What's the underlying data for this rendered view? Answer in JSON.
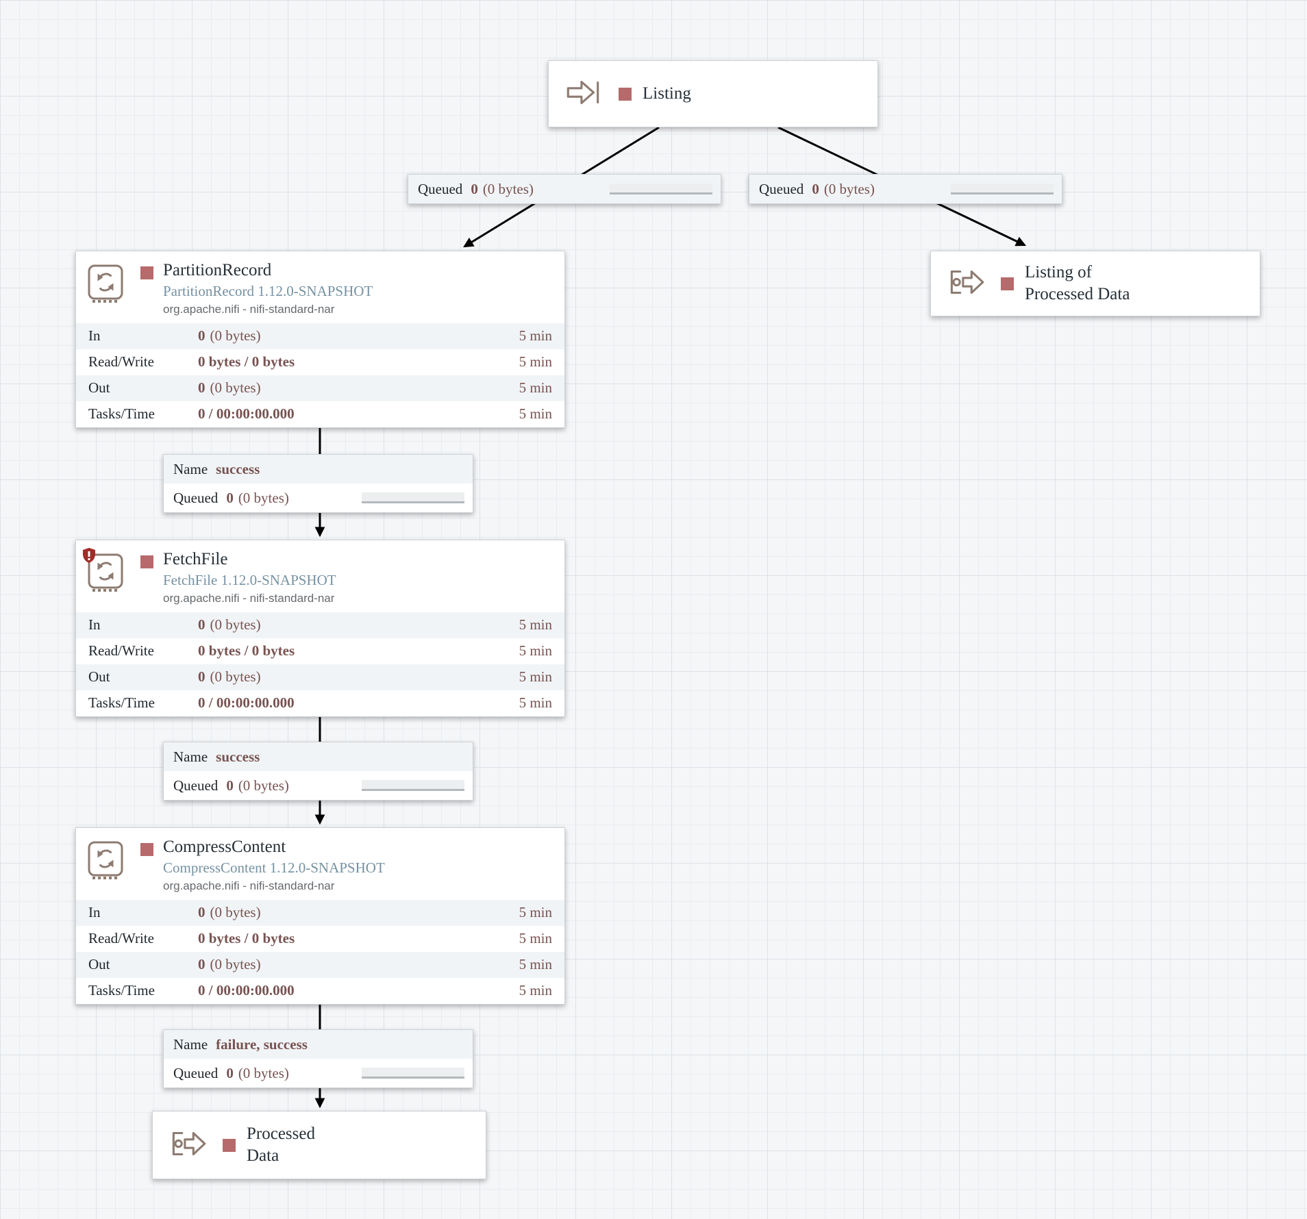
{
  "colors": {
    "status_stopped": "#b66a6b",
    "icon": "#8d7b71",
    "type_text": "#7591a1",
    "stat_value": "#775351"
  },
  "icons": {
    "input_port": "arrow-into-bar",
    "output_port": "circle-bracket-arrow-out",
    "processor": "circular-arrows-chip",
    "restricted": "red-shield"
  },
  "ports": {
    "listing": {
      "label": "Listing"
    },
    "listing_processed": {
      "label": "Listing of Processed Data"
    },
    "processed": {
      "label": "Processed Data"
    }
  },
  "queue_labels": [
    {
      "label": "Queued",
      "count": "0",
      "bytes": "(0 bytes)"
    },
    {
      "label": "Queued",
      "count": "0",
      "bytes": "(0 bytes)"
    }
  ],
  "connections": [
    {
      "name_label": "Name",
      "name_value": "success",
      "queued_label": "Queued",
      "count": "0",
      "bytes": "(0 bytes)"
    },
    {
      "name_label": "Name",
      "name_value": "success",
      "queued_label": "Queued",
      "count": "0",
      "bytes": "(0 bytes)"
    },
    {
      "name_label": "Name",
      "name_value": "failure, success",
      "queued_label": "Queued",
      "count": "0",
      "bytes": "(0 bytes)"
    }
  ],
  "processors": [
    {
      "name": "PartitionRecord",
      "type": "PartitionRecord 1.12.0-SNAPSHOT",
      "bundle": "org.apache.nifi - nifi-standard-nar",
      "stats": [
        {
          "label": "In",
          "strong": "0",
          "normal": "(0 bytes)",
          "time": "5 min"
        },
        {
          "label": "Read/Write",
          "strong": "0 bytes / 0 bytes",
          "normal": "",
          "time": "5 min"
        },
        {
          "label": "Out",
          "strong": "0",
          "normal": "(0 bytes)",
          "time": "5 min"
        },
        {
          "label": "Tasks/Time",
          "strong": "0 / 00:00:00.000",
          "normal": "",
          "time": "5 min"
        }
      ]
    },
    {
      "name": "FetchFile",
      "type": "FetchFile 1.12.0-SNAPSHOT",
      "bundle": "org.apache.nifi - nifi-standard-nar",
      "stats": [
        {
          "label": "In",
          "strong": "0",
          "normal": "(0 bytes)",
          "time": "5 min"
        },
        {
          "label": "Read/Write",
          "strong": "0 bytes / 0 bytes",
          "normal": "",
          "time": "5 min"
        },
        {
          "label": "Out",
          "strong": "0",
          "normal": "(0 bytes)",
          "time": "5 min"
        },
        {
          "label": "Tasks/Time",
          "strong": "0 / 00:00:00.000",
          "normal": "",
          "time": "5 min"
        }
      ]
    },
    {
      "name": "CompressContent",
      "type": "CompressContent 1.12.0-SNAPSHOT",
      "bundle": "org.apache.nifi - nifi-standard-nar",
      "stats": [
        {
          "label": "In",
          "strong": "0",
          "normal": "(0 bytes)",
          "time": "5 min"
        },
        {
          "label": "Read/Write",
          "strong": "0 bytes / 0 bytes",
          "normal": "",
          "time": "5 min"
        },
        {
          "label": "Out",
          "strong": "0",
          "normal": "(0 bytes)",
          "time": "5 min"
        },
        {
          "label": "Tasks/Time",
          "strong": "0 / 00:00:00.000",
          "normal": "",
          "time": "5 min"
        }
      ]
    }
  ]
}
